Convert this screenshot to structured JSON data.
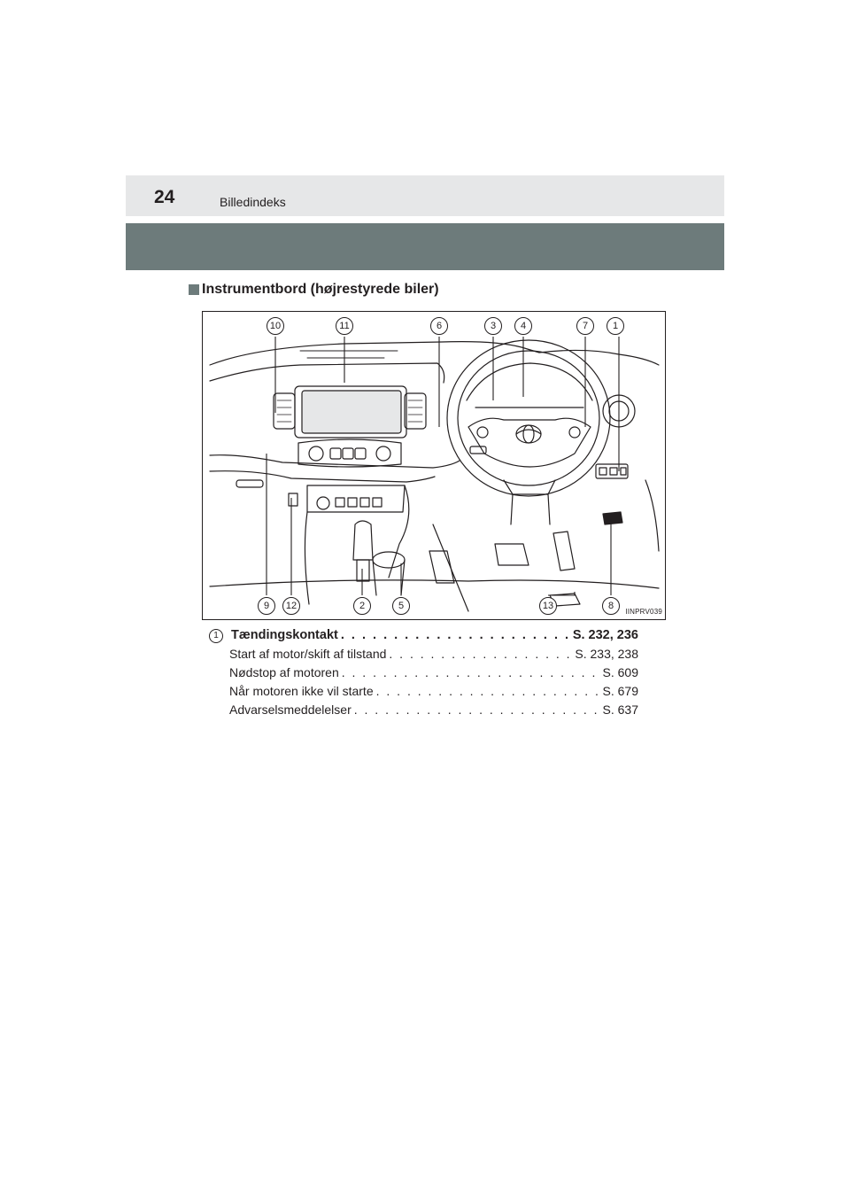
{
  "header": {
    "page_number": "24",
    "chapter_title": "Billedindeks"
  },
  "section": {
    "title": "Instrumentbord (højrestyrede biler)"
  },
  "figure": {
    "code": "IINPRV039",
    "callouts_top": [
      "10",
      "11",
      "6",
      "3",
      "4",
      "7",
      "1"
    ],
    "callouts_bottom": [
      "9",
      "12",
      "2",
      "5",
      "13",
      "8"
    ]
  },
  "entries": [
    {
      "number": "1",
      "title": "Tændingskontakt",
      "ref": "S. 232, 236",
      "sub": [
        {
          "label": "Start af motor/skift af tilstand",
          "ref": "S. 233, 238"
        },
        {
          "label": "Nødstop af motoren",
          "ref": "S. 609"
        },
        {
          "label": "Når motoren ikke vil starte",
          "ref": "S. 679"
        },
        {
          "label": "Advarselsmeddelelser",
          "ref": "S. 637"
        }
      ]
    }
  ]
}
